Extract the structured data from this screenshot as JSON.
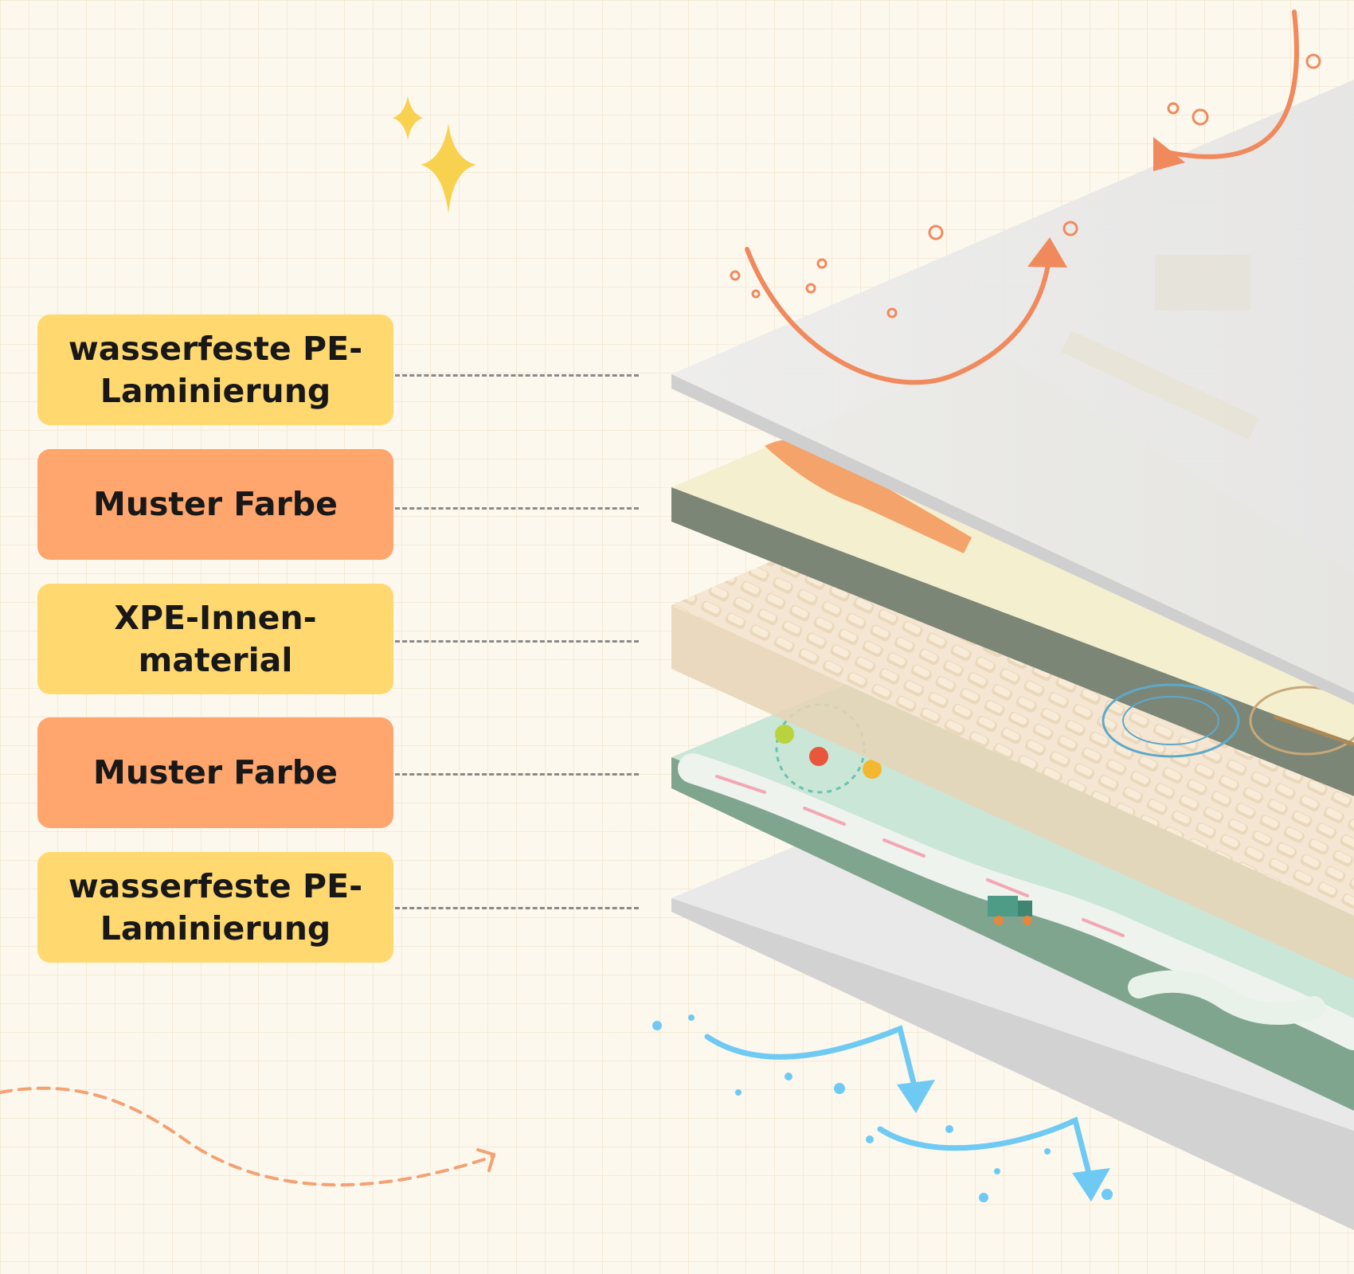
{
  "layers": [
    {
      "text": "wasserfeste PE-\nLaminierung",
      "color": "#ffd86f"
    },
    {
      "text": "Muster Farbe",
      "color": "#ffa56e"
    },
    {
      "text": "XPE-Innen-\nmaterial",
      "color": "#ffd86f"
    },
    {
      "text": "Muster Farbe",
      "color": "#ffa56e"
    },
    {
      "text": "wasserfeste PE-\nLaminierung",
      "color": "#ffd86f"
    }
  ],
  "colors": {
    "background": "#fdf8ee",
    "grid": "#ecdec4",
    "film": "#e9e9e9",
    "film_edge": "#cfcfcf",
    "pattern_top": "#f4efcf",
    "pattern_top_edge": "#7c8676",
    "foam": "#f2e2cc",
    "foam_edge": "#e0c7a6",
    "pattern_bottom": "#c9e6d6",
    "pattern_bottom_edge": "#7fa58f",
    "arrow_orange": "#f08a5d",
    "arrow_blue": "#6fcaf3",
    "sparkle": "#f8d14f",
    "dashed_curve": "#f2a273",
    "connector": "#8a8a8a"
  },
  "icons": [
    "sparkle-icon",
    "air-flow-arrow-icon",
    "water-drain-arrow-icon",
    "dashed-curve-arrow-icon"
  ]
}
